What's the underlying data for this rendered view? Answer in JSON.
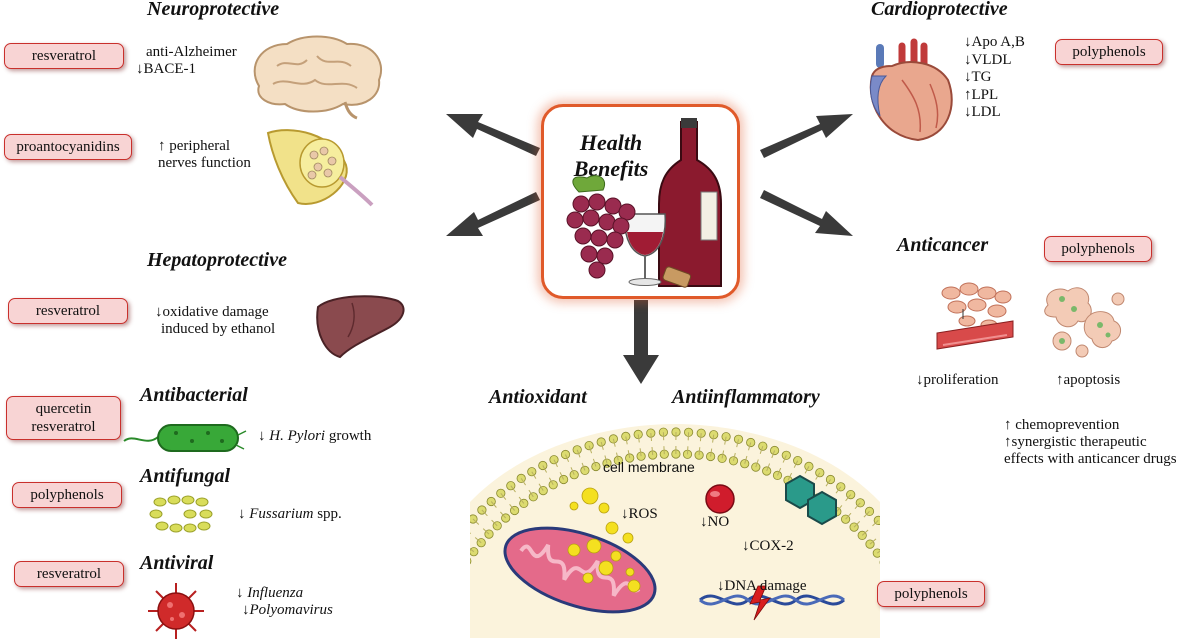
{
  "center": {
    "title_line1": "Health",
    "title_line2": "Benefits"
  },
  "neuro": {
    "heading": "Neuroprotective",
    "compound1": "resveratrol",
    "effect1_line1": "anti-Alzheimer",
    "effect1_line2": "↓BACE-1",
    "compound2": "proantocyanidins",
    "effect2_line1": "↑ peripheral",
    "effect2_line2": "nerves function"
  },
  "hepato": {
    "heading": "Hepatoprotective",
    "compound": "resveratrol",
    "effect_line1": "↓oxidative damage",
    "effect_line2": "induced by ethanol"
  },
  "antibacterial": {
    "heading": "Antibacterial",
    "compound_line1": "quercetin",
    "compound_line2": "resveratrol",
    "effect_prefix": "↓ ",
    "effect_italic": "H. Pylori",
    "effect_suffix": " growth"
  },
  "antifungal": {
    "heading": "Antifungal",
    "compound": "polyphenols",
    "effect_prefix": "↓ ",
    "effect_italic": "Fussarium",
    "effect_suffix": " spp."
  },
  "antiviral": {
    "heading": "Antiviral",
    "compound": "resveratrol",
    "effect1_prefix": "↓ ",
    "effect1_italic": "Influenza",
    "effect2_prefix": "↓",
    "effect2_italic": "Polyomavirus"
  },
  "cardio": {
    "heading": "Cardioprotective",
    "compound": "polyphenols",
    "effects": [
      "↓Apo A,B",
      "↓VLDL",
      "↓TG",
      "↑LPL",
      "↓LDL"
    ]
  },
  "anticancer": {
    "heading": "Anticancer",
    "compound": "polyphenols",
    "label_proliferation": "↓proliferation",
    "label_apoptosis": "↑apoptosis",
    "effect_line1": "↑ chemoprevention",
    "effect_line2": "↑synergistic therapeutic",
    "effect_line3": "effects with anticancer drugs"
  },
  "cell": {
    "heading_antioxidant": "Antioxidant",
    "heading_antiinflammatory": "Antiinflammatory",
    "membrane_label": "cell membrane",
    "ros": "↓ROS",
    "no": "↓NO",
    "cox2": "↓COX-2",
    "dna": "↓DNA damage",
    "compound": "polyphenols"
  },
  "colors": {
    "pill_fill": "#f8d4d4",
    "pill_border": "#c9302c",
    "arrow": "#3a3a3a",
    "center_border": "#e05a2a",
    "wine": "#8b1a2e",
    "grape": "#9a2b4f",
    "cell_fill": "#fbf3dc",
    "membrane": "#d9d86a"
  }
}
